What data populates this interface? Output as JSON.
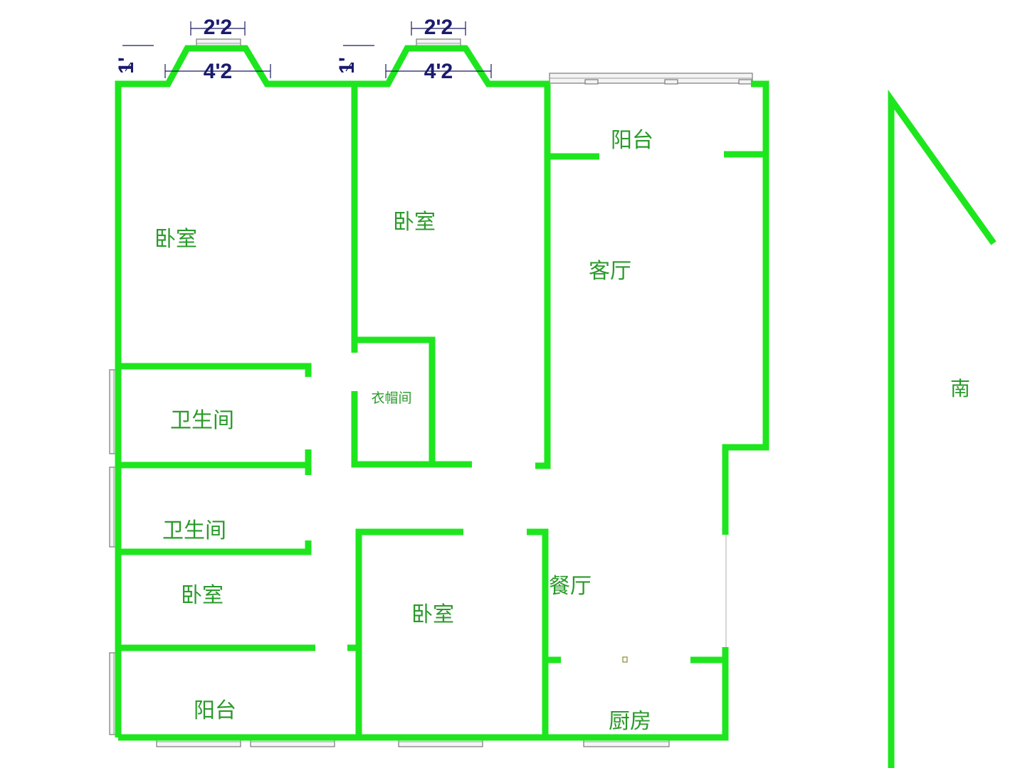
{
  "floorplan": {
    "rooms": {
      "bedroom_top_left": "卧室",
      "bedroom_top_middle": "卧室",
      "balcony_top": "阳台",
      "living_room": "客厅",
      "cloakroom": "衣帽间",
      "bathroom_1": "卫生间",
      "bathroom_2": "卫生间",
      "bedroom_lower_left": "卧室",
      "bedroom_lower_middle": "卧室",
      "dining_room": "餐厅",
      "balcony_bottom": "阳台",
      "kitchen": "厨房"
    },
    "dimensions": {
      "bay1_top": "2'2",
      "bay1_bottom": "4'2",
      "bay1_side": "1'",
      "bay2_top": "2'2",
      "bay2_bottom": "4'2",
      "bay2_side": "1'"
    },
    "compass": {
      "label": "南"
    }
  }
}
